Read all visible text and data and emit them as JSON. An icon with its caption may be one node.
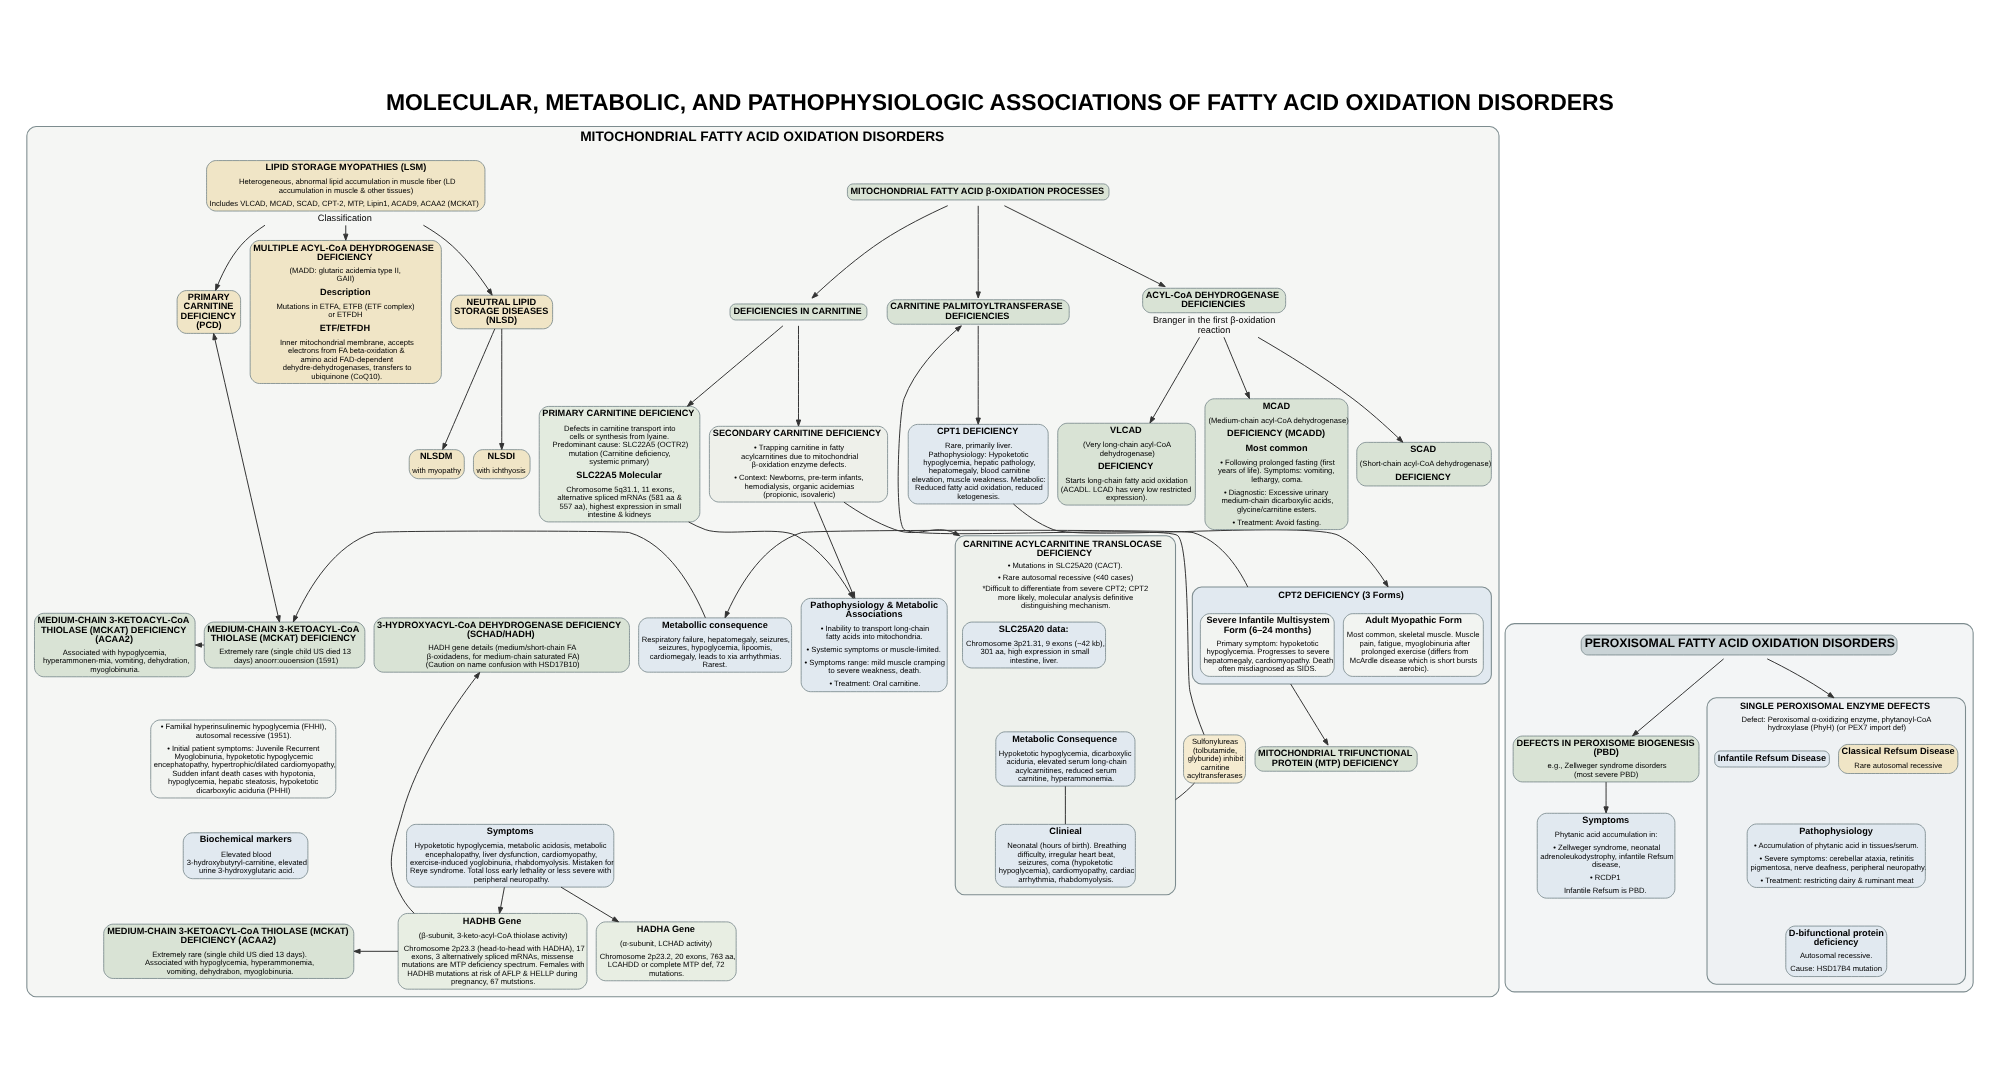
{
  "diagram": {
    "title": "MOLECULAR, METABOLIC, AND PATHOPHYSIOLOGIC ASSOCIATIONS OF FATTY ACID OXIDATION DISORDERS",
    "nodes": [
      {
        "text": [
          "MITOCHONDRIAL FATTY ACID OXIDATION DISORDERS"
        ]
      },
      {
        "text": [
          "MITOCHONDRIAL FATTY ACID β-OXIDATION PROCESSES"
        ],
        "in": 0
      },
      {
        "text": [
          "DEFICIENCIES IN CARNITINE"
        ],
        "in": 0
      },
      {
        "text": [
          "CARNITINE PALMITOYLTRANSFERASE DEFICIENCIES"
        ],
        "in": 0
      },
      {
        "text": [
          "ACYL-CoA DEHYDROGENASE DEFICIENCIES"
        ],
        "beside": [
          "Branger in the first β-oxidation reaction"
        ],
        "in": 0
      },
      {
        "text": [
          "LIPID STORAGE MYOPATHIES (LSM)",
          "Heterogeneous, abnormal lipid accumulation in muscle fiber (LD accumulation in muscle & other tissues)",
          "Includes VLCAD, MCAD, SCAD, CPT-2, MTP, Lipin1, ACAD9, ACAA2 (MCKAT)"
        ],
        "beside": [
          "Classification"
        ],
        "in": 0
      },
      {
        "text": [
          "PRIMARY CARNITINE DEFICIENCY",
          "Defects in carnitine transport into cells or synthesis from lyaine. Predominant cause: SLC22A5 (OCTR2) mutation (Carnitine deficiency, systemic primary)",
          "SLC22A5 Molecular",
          "Chromosome 5q31.1, 11 exons, alternative spliced mRNAs (581 aa & 557 aa), highest expression in small intestine & kidneys"
        ],
        "in": 0
      },
      {
        "text": [
          "SECONDARY CARNITINE DEFICIENCY",
          "• Trapping carnitine in fatty acylcarnitines due to mitochondrial β-oxidation enzyme defects.",
          "• Context: Newborns, pre-term infants, hemodialysis, organic acidemias (propionic, isovaleric)"
        ],
        "in": 0
      },
      {
        "text": [
          "CPT1 DEFICIENCY",
          "Rare, primarily liver. Pathophysiology: Hypoketotic hypoglycemia, hepatic pathology, hepatomegaly, blood carnitine elevation, muscle weakness. Metabolic: Reduced fatty acid oxidation, reduced ketogenesis."
        ],
        "in": 0
      },
      {
        "text": [
          "VLCAD",
          "(Very long-chain acyl-CoA dehydrogenase)",
          "DEFICIENCY",
          "Starts long-chain fatty acid oxidation (ACADL. LCAD has very low restricted expression)."
        ],
        "in": 0
      },
      {
        "text": [
          "MCAD",
          "(Medium-chain acyl-CoA dehydrogenase)",
          "DEFICIENCY (MCADD)",
          "Most common",
          "• Following prolonged fasting (first years of life). Symptoms: vomiting, lethargy, coma.",
          "• Diagnostic: Excessive urinary medium-chain dicarboxylic acids, glycine/carnitine esters.",
          "• Treatment: Avoid fasting."
        ],
        "in": 0
      },
      {
        "text": [
          "SCAD",
          "(Short-chain acyl-CoA dehydrogenase)",
          "DEFICIENCY"
        ],
        "in": 0
      },
      {
        "text": [
          "PRIMARY CARNITINE DEFICIENCY (PCD)"
        ],
        "in": 0
      },
      {
        "text": [
          "MULTIPLE ACYL-CoA DEHYDROGENASE DEFICIENCY",
          "(MADD: glutaric acidemia type II, GAII)",
          "Description",
          "Mutations in ETFA, ETFB (ETF complex) or ETFDH",
          "ETF/ETFDH",
          "Inner mitochondrial membrane, accepts electrons from FA beta-oxidation & amino acid FAD-dependent dehydre-dehydrogenases, transfers to ubiquinone (CoQ10)."
        ],
        "in": 0
      },
      {
        "text": [
          "NEUTRAL LIPID STORAGE DISEASES (NLSD)"
        ],
        "in": 0
      },
      {
        "text": [
          "NLSDM",
          "with myopathy"
        ],
        "in": 0
      },
      {
        "text": [
          "NLSDI",
          "with ichthyosis"
        ],
        "in": 0
      },
      {
        "text": [
          "CPT2 DEFICIENCY (3 Forms)"
        ],
        "in": 0
      },
      {
        "text": [
          "Adult Myopathic Form",
          "Most common, skeletal muscle. Muscle pain, fatigue, myoglobinuria after prolonged exercise (differs from McArdle disease which is short bursts aerobic)."
        ],
        "in": 17
      },
      {
        "text": [
          "Severe Infantile Multisystem Form (6–24 months)",
          "Primary symptom: hypoketotic hypoglycemia. Progresses to severe hepatomegaly, cardiomyopathy. Death often misdiagnosed as SIDS."
        ],
        "in": 17
      },
      {
        "text": [
          "Pathophysiology & Metabolic Associations",
          "• Inability to transport long-chain fatty acids into mitochondria.",
          "• Systemic symptoms or muscle-limited.",
          "• Symptoms range: mild muscle cramping to severe weakness, death.",
          "• Treatment: Oral carnitine."
        ],
        "in": 0
      },
      {
        "text": [
          "Metabollic consequence",
          "Respiratory failure, hepatomegaly, seizures, seizures, hypoglycemia, lipoomis, cardiomegaly, leads to xia arrhythmias. Rarest."
        ],
        "in": 0
      },
      {
        "text": [
          "MEDIUM-CHAIN 3-KETOACYL-CoA THIOLASE (MCKAT) DEFICIENCY",
          "Extremely rare (single child US died 13 days) anoorr:ouoension (1591)"
        ],
        "in": 0
      },
      {
        "text": [
          "MEDIUM-CHAIN 3-KETOACYL-CoA THIOLASE (MCKAT) DEFICIENCY (ACAA2)",
          "Associated with hypoglycemia, hyperammonen-mia, vomiting, dehydration, myoglobinuria."
        ],
        "in": 0
      },
      {
        "text": [
          "CARNITINE ACYLCARNITINE TRANSLOCASE DEFICIENCY",
          "• Mutations in SLC25A20 (CACT).",
          "• Rare autosomal recessive (<40 cases)",
          "*Difficult to differentiate from severe CPT2; CPT2 more likely, molecular analysis definitive distinguishing mechanism."
        ],
        "in": 0
      },
      {
        "text": [
          "SLC25A20 data:",
          "Chromosome 3p21.31, 9 exons (~42 kb), 301 aa, high expression in small intestine, liver."
        ],
        "in": 24
      },
      {
        "text": [
          "Metabolic Consequence",
          "Hypoketotic hypoglycemia, dicarboxylic aciduria, elevated serum long-chain acylcarnitines, reduced serum carnitine, hyperammonemia."
        ],
        "in": 24
      },
      {
        "text": [
          "Clinieal",
          "Neonatal (hours of birth). Breathing difficulty, irregular heart beat, seizures, coma (hypoketotic hypoglycemia), cardiomyopathy, cardiac arrhythmia, rhabdomyolysis."
        ],
        "in": 24
      },
      {
        "text": [
          "Sulfonylureas (tolbutamide, glyburide) inhibit carnitine acyltransferases"
        ],
        "in": 0
      },
      {
        "text": [
          "MITOCHONDRIAL TRIFUNCTIONAL PROTEIN (MTP) DEFICIENCY"
        ],
        "in": 0
      },
      {
        "text": [
          "3-HYDROXYACYL-CoA DEHYDROGENASE DEFICIENCY (SCHAD/HADH)",
          "HADH gene details (medium/short-chain FA β-oxidadens, for medium-chain saturated FA) (Caution on name confusion with HSD17B10)"
        ],
        "in": 0
      },
      {
        "text": [
          "Symptoms",
          "Hypoketotic hypoglycemia, metabolic acidosis, metabolic encephalopathy, liver dysfunction, cardiomyopathy, exercise-induced yoglobinuria, rhabdomyolysis. Mistaken for Reye syndrome. Total loss early lethality or less severe with peripheral neuropathy."
        ],
        "in": 0
      },
      {
        "text": [
          "• Familial hyperinsulinemic hypoglycemia (FHHI), autosomal recessive (1951).",
          "• Initial patient symptoms: Juvenile Recurrent Myoglobinuria, hypoketotic hypoglycemic encephatopathy, hypertrophic/dilated cardiomyopathy, Sudden infant death cases with hypotonia, hypoglycemia, hepatic steatosis, hypoketotic dicarboxylic aciduria (PHHI)"
        ],
        "in": 0
      },
      {
        "text": [
          "Biochemical markers",
          "Elevated blood 3-hydroxybutyryl-carnitine, elevated urine 3-hydroxyglutaric acid."
        ],
        "in": 0
      },
      {
        "text": [
          "HADHA Gene",
          "(α-subunit, LCHAD activity)",
          "Chromosome 2p23.2, 20 exons, 763 aa, LCAHDD or complete MTP def, 72 mutations."
        ],
        "in": 0
      },
      {
        "text": [
          "HADHB Gene",
          "(β-subunit, 3-keto-acyl-CoA thiolase activity)",
          "Chromosome 2p23.3 (head-to-head with HADHA), 17 exons, 3 alternatively spliced mRNAs, missense mutations are MTP deficiency spectrum. Females with HADHB mutations at risk of AFLP & HELLP during pregnancy, 67 mutstions."
        ],
        "in": 0
      },
      {
        "text": [
          "MEDIUM-CHAIN 3-KETOACYL-CoA THIOLASE (MCKAT) DEFICIENCY (ACAA2)",
          "Extremely rare (single child US died 13 days). Associated with hypoglycemia, hyperammonemia, vomiting, dehydrabon, myoglobinuria."
        ],
        "in": 0
      },
      {
        "text": [],
        "shape": "box"
      },
      {
        "text": [
          "PEROXISOMAL FATTY ACID OXIDATION DISORDERS"
        ],
        "in": 37
      },
      {
        "text": [
          "DEFECTS IN PEROXISOME BIOGENESIS (PBD)",
          "e.g., Zellweger syndrome disorders (most severe PBD)"
        ],
        "in": 37
      },
      {
        "text": [
          "SINGLE PEROXISOMAL ENZYME DEFECTS",
          "Defect: Peroxisomal α-oxidizing enzyme, phytanoyl-CoA hydroxylase (PhyH) (or PEX7 import def)"
        ],
        "in": 37
      },
      {
        "text": [
          "Classical Refsum Disease",
          "Rare autosomal recessive"
        ],
        "in": 40
      },
      {
        "text": [
          "Infantile Refsum Disease"
        ],
        "in": 40
      },
      {
        "text": [
          "Symptoms",
          "Phytanic acid accumulation in:",
          "• Zellweger syndrome, neonatal adrenoleukodystrophy, infantile Refsum disease,",
          "• RCDP1",
          "Infantile Refsum is PBD."
        ],
        "in": 37
      },
      {
        "text": [
          "Pathophysiology",
          "• Accumulation of phytanic acid in tissues/serum.",
          "• Severe symptoms: cerebellar ataxia, retinitis pigmentosa, nerve deafness, peripheral neuropathy.",
          "• Treatment: restricting dairy & ruminant meat"
        ],
        "in": 40
      },
      {
        "text": [
          "D-bifunctional protein deficiency",
          "Autosomal recessive.",
          "Cause: HSD17B4 mutation"
        ],
        "in": 40
      }
    ],
    "edges": [
      {
        "from": 1,
        "to": 2,
        "arrow": "to"
      },
      {
        "from": 1,
        "to": 3,
        "arrow": "to"
      },
      {
        "from": 1,
        "to": 4,
        "arrow": "to"
      },
      {
        "from": 2,
        "to": 6,
        "arrow": "to"
      },
      {
        "from": 2,
        "to": 7,
        "arrow": "to"
      },
      {
        "from": 6,
        "to": 20,
        "arrow": "to"
      },
      {
        "from": 7,
        "to": 20,
        "arrow": "to"
      },
      {
        "from": 7,
        "to": 24,
        "arrow": "to"
      },
      {
        "from": 28,
        "to": 3,
        "arrow": "to"
      },
      {
        "from": 3,
        "to": 8,
        "arrow": "to"
      },
      {
        "from": 8,
        "to": 17,
        "arrow": "to"
      },
      {
        "from": 4,
        "to": 9,
        "arrow": "to"
      },
      {
        "from": 4,
        "to": 10,
        "arrow": "to"
      },
      {
        "from": 4,
        "to": 11,
        "arrow": "to"
      },
      {
        "from": 5,
        "to": 12,
        "arrow": "to"
      },
      {
        "from": 5,
        "to": 13,
        "arrow": "to"
      },
      {
        "from": 5,
        "to": 14,
        "arrow": "to"
      },
      {
        "from": 14,
        "to": 15,
        "arrow": "to"
      },
      {
        "from": 14,
        "to": 16,
        "arrow": "to"
      },
      {
        "from": 17,
        "to": 21,
        "arrow": "to"
      },
      {
        "from": 17,
        "to": 29,
        "arrow": "to"
      },
      {
        "from": 21,
        "to": 22,
        "arrow": "to"
      },
      {
        "from": 12,
        "to": 22,
        "arrow": "both"
      },
      {
        "from": 22,
        "to": 23,
        "arrow": "to"
      },
      {
        "from": 26,
        "to": 27,
        "arrow": "none"
      },
      {
        "from": 24,
        "to": 28,
        "arrow": "none"
      },
      {
        "from": 31,
        "to": 34,
        "arrow": "to"
      },
      {
        "from": 31,
        "to": 35,
        "arrow": "to"
      },
      {
        "from": 35,
        "to": 30,
        "arrow": "to"
      },
      {
        "from": 35,
        "to": 36,
        "arrow": "to"
      },
      {
        "from": 38,
        "to": 39,
        "arrow": "to"
      },
      {
        "from": 38,
        "to": 40,
        "arrow": "to"
      },
      {
        "from": 39,
        "to": 43,
        "arrow": "to"
      }
    ]
  }
}
